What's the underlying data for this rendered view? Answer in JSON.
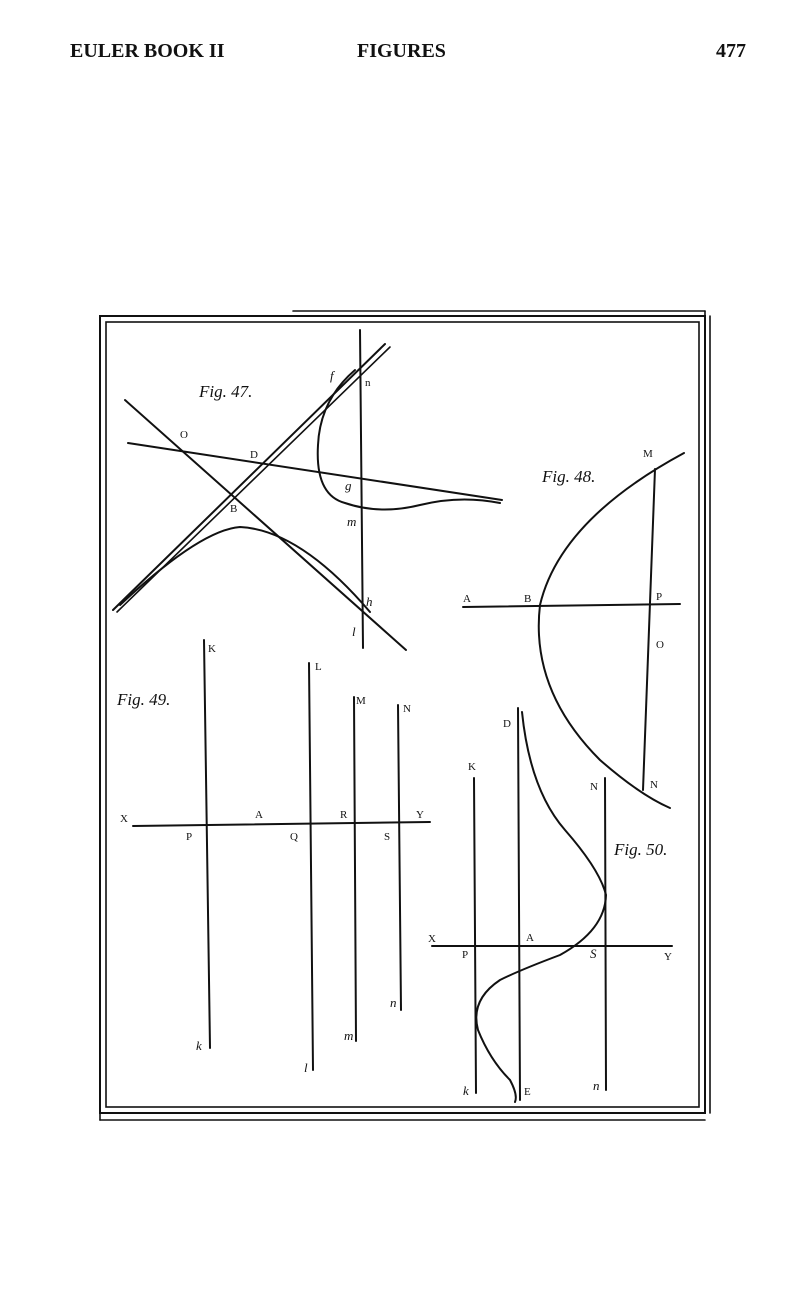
{
  "header": {
    "left": "EULER BOOK II",
    "center": "FIGURES",
    "right": "477"
  },
  "figures": {
    "fig47": {
      "caption": "Fig. 47.",
      "labels": {
        "f": "f",
        "n": "n",
        "o": "O",
        "d": "D",
        "g": "g",
        "b": "B",
        "m": "m",
        "h": "h",
        "l": "l"
      }
    },
    "fig48": {
      "caption": "Fig. 48.",
      "labels": {
        "m": "M",
        "a": "A",
        "b": "B",
        "p": "P",
        "o": "O",
        "n": "N"
      }
    },
    "fig49": {
      "caption": "Fig. 49.",
      "labels": {
        "K": "K",
        "L": "L",
        "M": "M",
        "N": "N",
        "X": "X",
        "A": "A",
        "R": "R",
        "Y": "Y",
        "P": "P",
        "Q": "Q",
        "S": "S",
        "k": "k",
        "l": "l",
        "m": "m",
        "n": "n"
      }
    },
    "fig50": {
      "caption": "Fig. 50.",
      "labels": {
        "D": "D",
        "K": "K",
        "N": "N",
        "X": "X",
        "A": "A",
        "P": "P",
        "S": "S",
        "Y": "Y",
        "k": "k",
        "E": "E",
        "n": "n"
      }
    }
  }
}
